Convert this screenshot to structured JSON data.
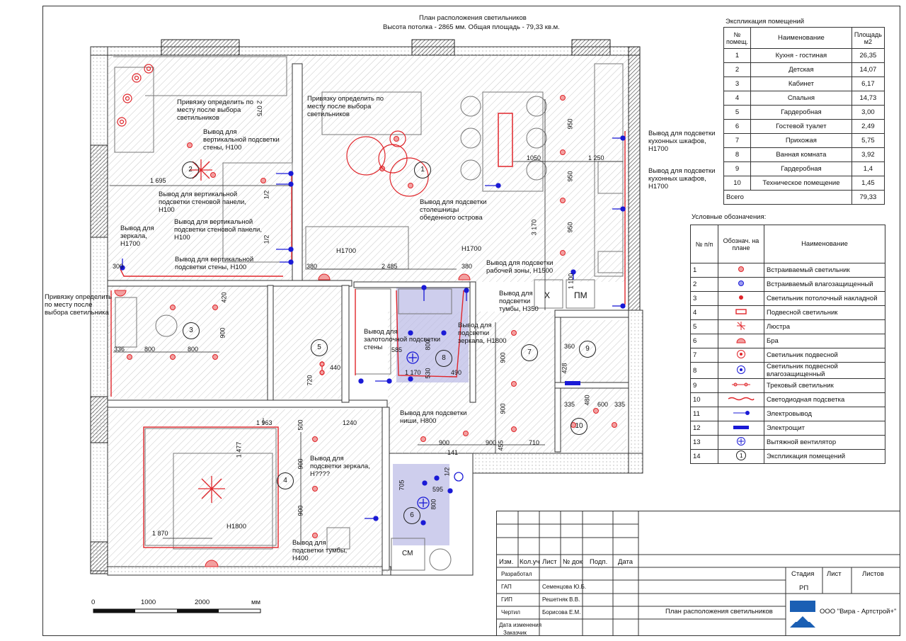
{
  "title": {
    "line1": "План расположения светильников",
    "line2": "Высота потолка - 2865 мм. Общая площадь - 79,33 кв.м."
  },
  "explication": {
    "caption": "Экспликация помещений",
    "headers": [
      "№ помещ.",
      "Наименование",
      "Площадь м2"
    ],
    "rows": [
      [
        "1",
        "Кухня - гостиная",
        "26,35"
      ],
      [
        "2",
        "Детская",
        "14,07"
      ],
      [
        "3",
        "Кабинет",
        "6,17"
      ],
      [
        "4",
        "Спальня",
        "14,73"
      ],
      [
        "5",
        "Гардеробная",
        "3,00"
      ],
      [
        "6",
        "Гостевой туалет",
        "2,49"
      ],
      [
        "7",
        "Прихожая",
        "5,75"
      ],
      [
        "8",
        "Ванная комната",
        "3,92"
      ],
      [
        "9",
        "Гардеробная",
        "1,4"
      ],
      [
        "10",
        "Техническое помещение",
        "1,45"
      ]
    ],
    "total_label": "Всего",
    "total_value": "79,33"
  },
  "legend": {
    "caption": "Условные обозначения:",
    "headers": [
      "№ п/п",
      "Обознач. на плане",
      "Наименование"
    ],
    "rows": [
      [
        "1",
        "Встраиваемый светильник"
      ],
      [
        "2",
        "Встраиваемый влагозащищенный"
      ],
      [
        "3",
        "Светильник потолочный накладной"
      ],
      [
        "4",
        "Подвесной светильник"
      ],
      [
        "5",
        "Люстра"
      ],
      [
        "6",
        "Бра"
      ],
      [
        "7",
        "Светильник подвесной"
      ],
      [
        "8",
        "Светильник подвесной влагозащищенный"
      ],
      [
        "9",
        "Трековый светильник"
      ],
      [
        "10",
        "Светодиодная подсветка"
      ],
      [
        "11",
        "Электровывод"
      ],
      [
        "12",
        "Электрощит"
      ],
      [
        "13",
        "Вытяжной вентилятор"
      ],
      [
        "14",
        "Экспликация помещений"
      ]
    ],
    "symbol_colors": {
      "red": "#e0262b",
      "blue": "#1a1ad6"
    }
  },
  "plan_notes": {
    "n1": "Привязку определить по месту после выбора светильников",
    "n2": "Вывод для вертикальной подсветки стены, Н100",
    "n3": "Привязку определить по месту после выбора светильников",
    "n4": "Вывод для подсветки кухонных шкафов, Н1700",
    "n5": "Вывод для подсветки кухонных шкафов, Н1700",
    "n6": "Вывод для вертикальной подсветки стеновой панели, Н100",
    "n7": "Вывод для вертикальной подсветки стеновой панели, Н100",
    "n8": "Вывод для подсветки столешницы обеденного острова",
    "n9": "Вывод для зеркала, Н1700",
    "n10": "Вывод для вертикальной подсветки стены, Н100",
    "n11": "Вывод для подсветки рабочей зоны, Н1500",
    "n12": "Вывод для подсветки тумбы, Н350",
    "n13": "Привязку определить по месту после выбора светильника",
    "n14": "Вывод для залотолочной подсветки стены",
    "n15": "Вывод для подсветки зеркала, Н1800",
    "n16": "Вывод для подсветки ниши, Н800",
    "n17": "Вывод для подсветки зеркала, Н????",
    "n18": "Вывод для подсветки тумбы, Н400",
    "h1700a": "Н1700",
    "h1700b": "Н1700",
    "h1800": "Н1800",
    "x": "Х",
    "pm": "ПМ",
    "sm": "СМ"
  },
  "dimensions": {
    "d2075": "2 075",
    "d1695": "1 695",
    "d300": "300",
    "d380a": "380",
    "d2485": "2 485",
    "d380b": "380",
    "d1050": "1050",
    "d1250": "1 250",
    "d950a": "950",
    "d950b": "950",
    "d950c": "950",
    "d3170": "3 170",
    "d1100": "1 100",
    "d12a": "1/2",
    "d12b": "1/2",
    "d420": "420",
    "d900a": "900",
    "d336": "336",
    "d800a": "800",
    "d800b": "800",
    "d585": "585",
    "d800c": "800",
    "d1170": "1 170",
    "d530": "530",
    "d490": "490",
    "d440": "440",
    "d720": "720",
    "d360": "360",
    "d428": "428",
    "d335a": "335",
    "d480": "480",
    "d600": "600",
    "d335b": "335",
    "d1963": "1 963",
    "d1477": "1 477",
    "d500": "500",
    "d1240": "1240",
    "d900b": "900",
    "d900c": "900",
    "d900d": "900",
    "d900e": "900",
    "d900f": "900",
    "d141": "141",
    "d455": "455",
    "d710": "710",
    "d705": "705",
    "d595": "595",
    "d800d": "800",
    "d12c": "1/2",
    "d1870": "1 870"
  },
  "room_numbers": [
    "1",
    "2",
    "3",
    "4",
    "5",
    "6",
    "7",
    "8",
    "9",
    "10"
  ],
  "scale": {
    "t0": "0",
    "t1": "1000",
    "t2": "2000",
    "unit": "мм"
  },
  "stamp": {
    "header": [
      "Изм.",
      "Кол.уч",
      "Лист",
      "№ док",
      "Подп.",
      "Дата"
    ],
    "roles": [
      "Разработал",
      "ГАП",
      "ГИП",
      "Чертил",
      "Дата изменения",
      "Заказчик"
    ],
    "names": [
      "",
      "Семенцова Ю.Б.",
      "Решетняк В.В.",
      "Борисова Е.М.",
      "",
      ""
    ],
    "stage_label": "Стадия",
    "sheet_label": "Лист",
    "sheets_label": "Листов",
    "stage": "РП",
    "drawing_title": "План расположения светильников",
    "company": "ООО \"Вира - Артстрой+\""
  }
}
